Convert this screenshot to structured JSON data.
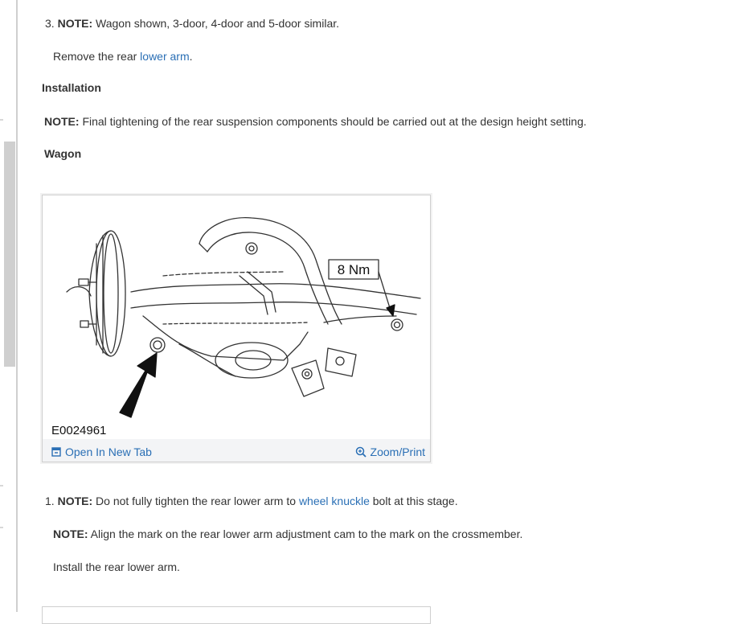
{
  "step3": {
    "num": "3.",
    "note_label": "NOTE:",
    "note_text": " Wagon shown, 3-door, 4-door and 5-door similar.",
    "action_prefix": "Remove the rear ",
    "action_link": "lower arm",
    "action_suffix": "."
  },
  "installation": {
    "heading": "Installation",
    "note_label": "NOTE:",
    "note_text": " Final tightening of the rear suspension components should be carried out at the design height setting.",
    "subheading": "Wagon"
  },
  "figure": {
    "id": "E0024961",
    "torque_label": "8 Nm",
    "open_tab_label": "Open In New Tab",
    "zoom_label": "Zoom/Print",
    "open_tab_icon": "open-new-tab-icon",
    "zoom_icon": "zoom-icon"
  },
  "step1": {
    "num": "1.",
    "note_label": "NOTE:",
    "note_prefix": " Do not fully tighten the rear lower arm to ",
    "note_link": "wheel knuckle",
    "note_suffix": " bolt at this stage.",
    "note2_label": "NOTE:",
    "note2_text": " Align the mark on the rear lower arm adjustment cam to the mark on the crossmember.",
    "action": "Install the rear lower arm."
  },
  "colors": {
    "link": "#2a6fb5",
    "text": "#333333",
    "figure_bar": "#f3f4f6"
  }
}
